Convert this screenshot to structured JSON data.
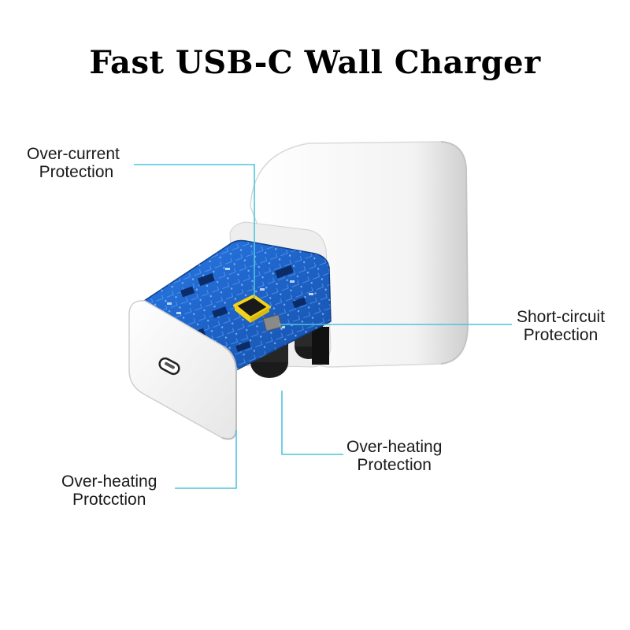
{
  "title": "Fast USB-C Wall Charger",
  "callouts": {
    "over_current": {
      "line1": "Over-current",
      "line2": "Protection"
    },
    "short_circuit": {
      "line1": "Short-circuit",
      "line2": "Protection"
    },
    "over_heating_center": {
      "line1": "Over-heating",
      "line2": "Protection"
    },
    "over_heating_left": {
      "line1": "Over-heating",
      "line2": "Protcction"
    }
  },
  "colors": {
    "leader_line": "#4fc3e0",
    "pcb": "#1e63c8",
    "chip_outline": "#f2d21a",
    "housing": "#f4f4f4"
  },
  "icons": {
    "usb_c_port": "usb-c-port-icon",
    "prongs": "plug-prongs-icon"
  }
}
